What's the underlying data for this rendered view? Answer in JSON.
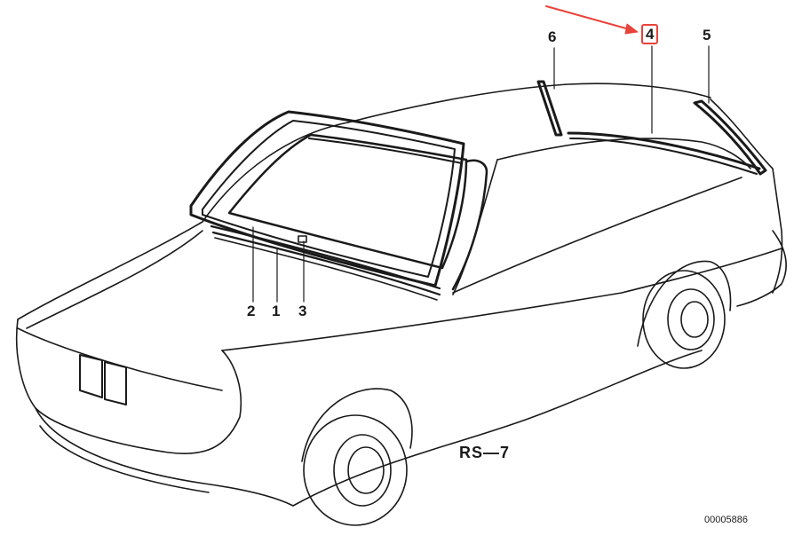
{
  "diagram": {
    "callouts": {
      "c1": "1",
      "c2": "2",
      "c3": "3",
      "c4": "4",
      "c5": "5",
      "c6": "6"
    },
    "reference_label": "RS—7",
    "document_number": "00005886",
    "highlight_color": "#e8433a",
    "line_color": "#1a1a1a"
  }
}
